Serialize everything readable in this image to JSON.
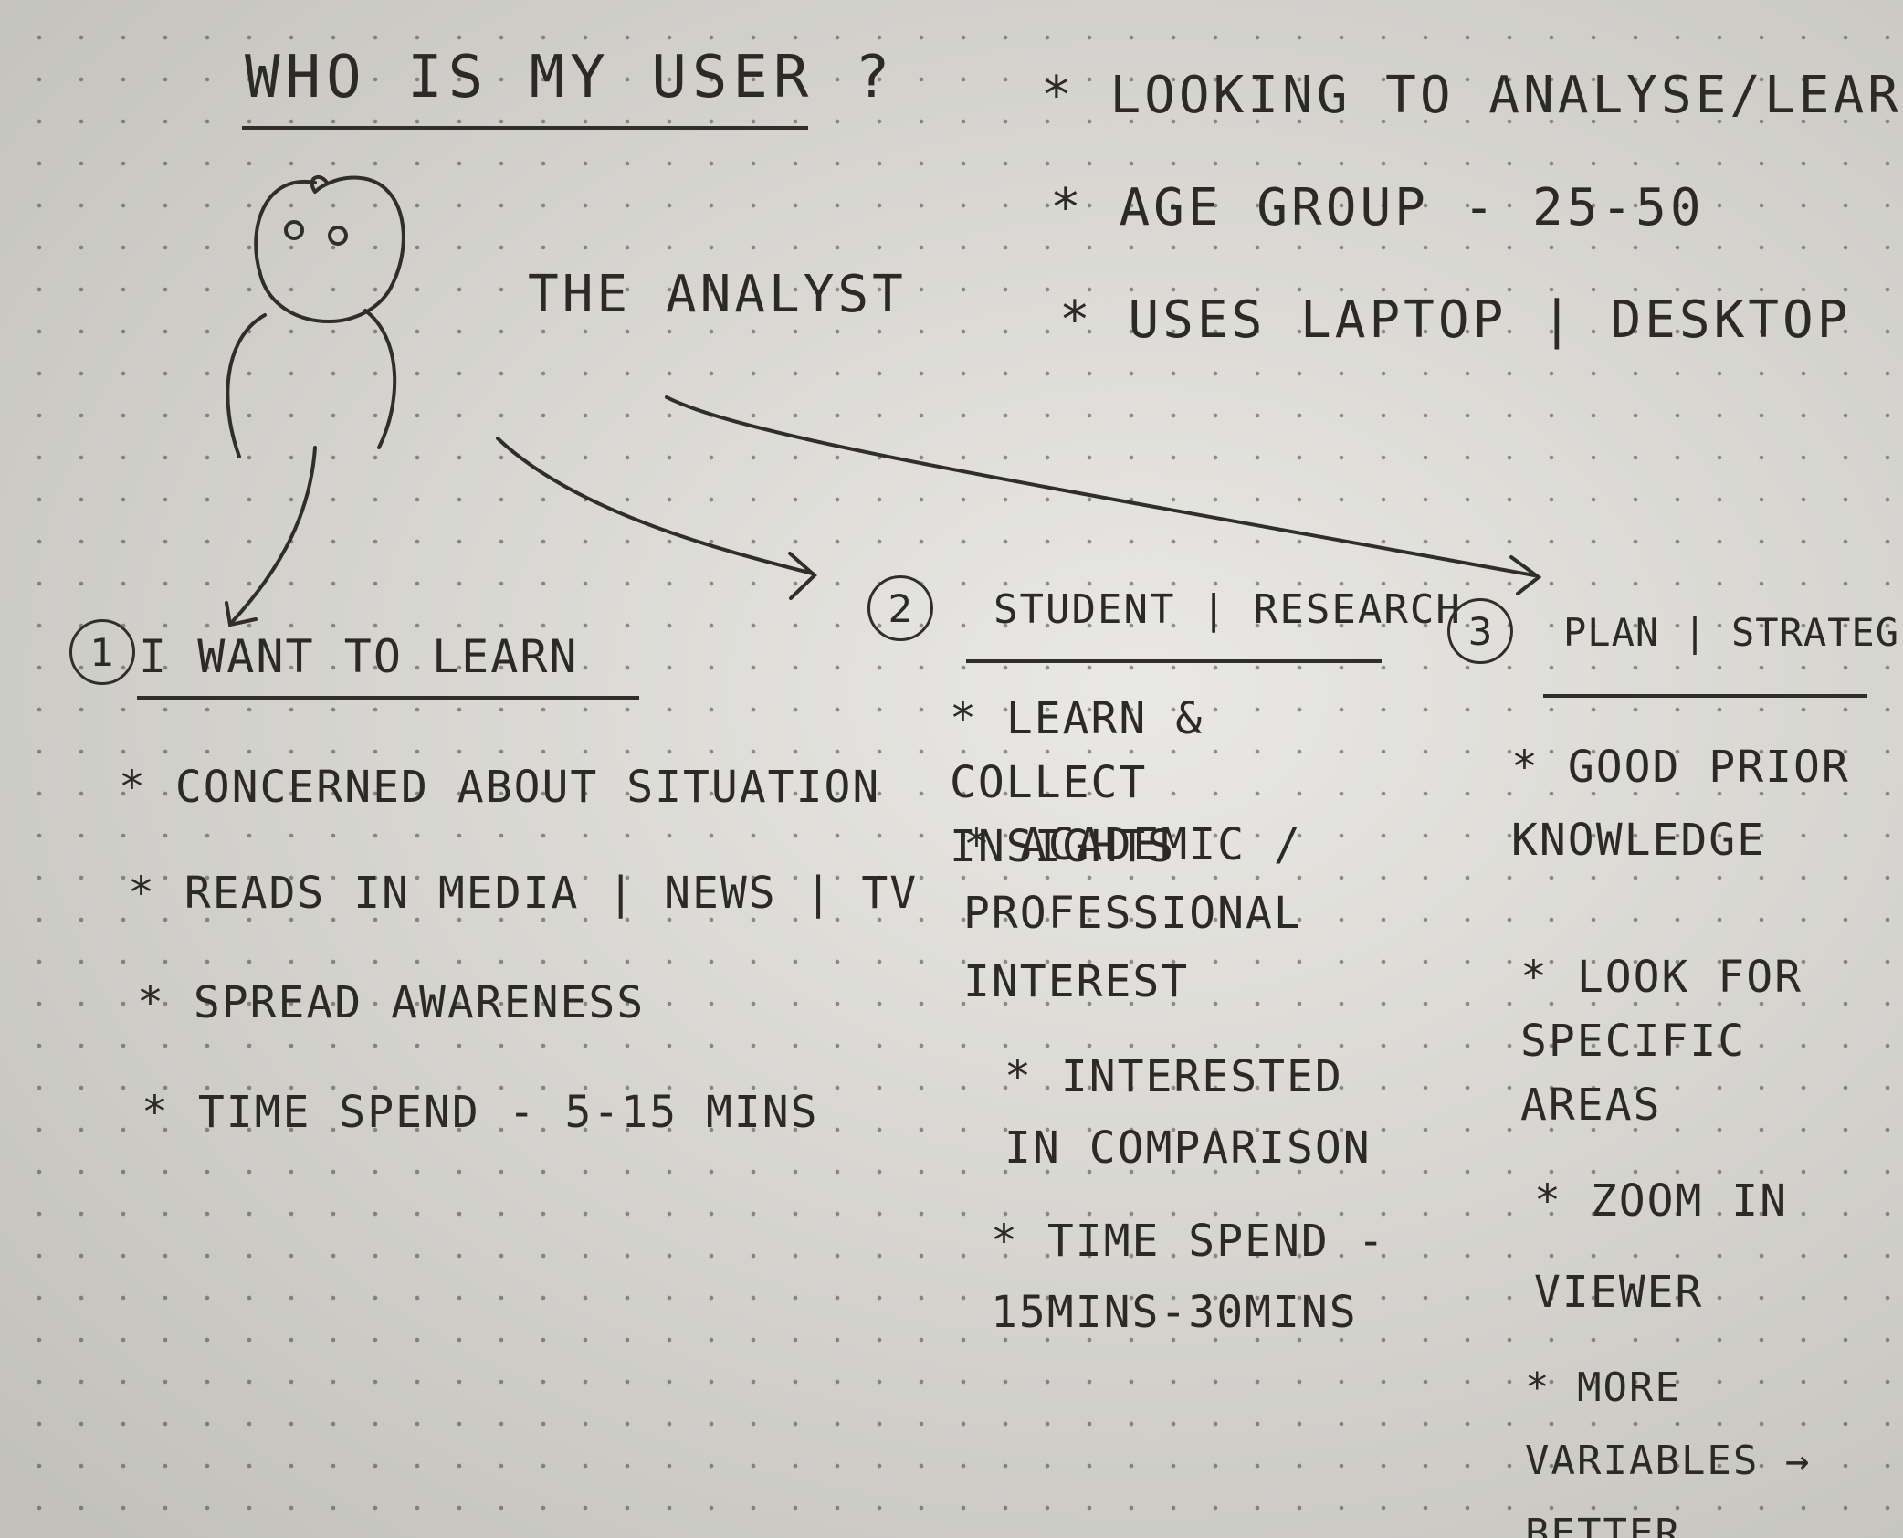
{
  "title": "WHO IS MY USER ?",
  "figure_label": "THE ANALYST",
  "profile": [
    "LOOKING TO ANALYSE/LEARN",
    "AGE GROUP - 25-50",
    "USES LAPTOP | DESKTOP"
  ],
  "personas": [
    {
      "number": "1",
      "heading": "I WANT TO LEARN",
      "points": [
        "CONCERNED ABOUT SITUATION",
        "READS IN MEDIA | NEWS | TV",
        "SPREAD AWARENESS",
        "TIME SPEND - 5-15 MINS"
      ]
    },
    {
      "number": "2",
      "heading": "STUDENT | RESEARCH",
      "points": [
        "LEARN & COLLECT INSIGHTS",
        "ACADEMIC / PROFESSIONAL INTEREST",
        "INTERESTED IN COMPARISON",
        "TIME SPEND - 15MINS-30MINS"
      ]
    },
    {
      "number": "3",
      "heading": "PLAN | STRATEGISE",
      "points": [
        "GOOD PRIOR KNOWLEDGE",
        "LOOK FOR SPECIFIC AREAS",
        "ZOOM IN VIEWER",
        "MORE VARIABLES → BETTER"
      ]
    }
  ],
  "bullet": "*",
  "colors": {
    "ink": "#2b2a27",
    "paper": "#dddcd6",
    "dots": "#46443c"
  }
}
